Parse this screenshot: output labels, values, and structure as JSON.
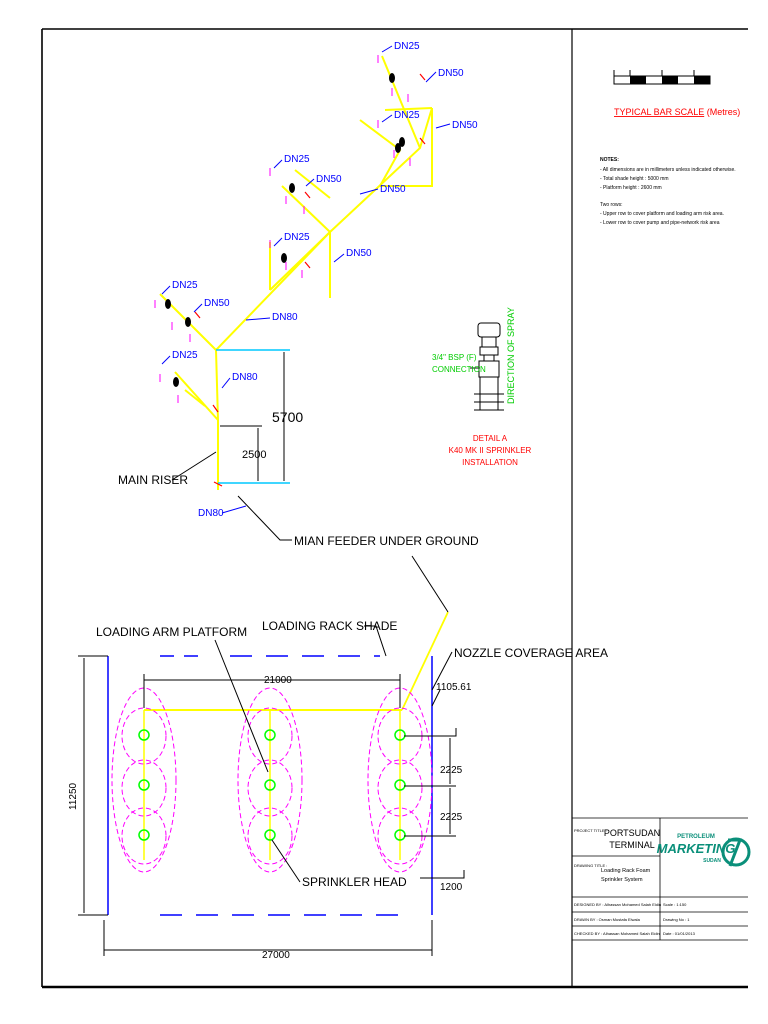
{
  "colors": {
    "pipe": "#ffff00",
    "dimension": "#000000",
    "dn_label": "#0000ff",
    "coverage": "#ff00ff",
    "sprinkler": "#00ff00",
    "cyan": "#00c8ff",
    "red": "#ff0000",
    "green_note": "#00cc00",
    "logo": "#0a8f7a"
  },
  "pipe_labels": {
    "dn25": "DN25",
    "dn50": "DN50",
    "dn80": "DN80"
  },
  "dimensions": {
    "riser_height": "5700",
    "riser_lower": "2500",
    "rack_width": "21000",
    "shade_length": "27000",
    "shade_width": "11250",
    "end_offset": "1105.61",
    "spacing_1": "2225",
    "spacing_2": "2225",
    "edge_offset": "1200"
  },
  "callouts": {
    "main_riser": "MAIN RISER",
    "main_feeder": "MIAN FEEDER UNDER GROUND",
    "loading_arm_platform": "LOADING ARM PLATFORM",
    "loading_rack_shade": "LOADING RACK SHADE",
    "nozzle_coverage": "NOZZLE COVERAGE AREA",
    "sprinkler_head": "SPRINKLER HEAD"
  },
  "detail": {
    "connection_line1": "3/4\" BSP (F)",
    "connection_line2": "CONNECTION",
    "spray_direction": "DIRECTION OF SPRAY",
    "title_line1": "DETAIL A",
    "title_line2": "K40 MK II SPRINKLER",
    "title_line3": "INSTALLATION"
  },
  "scale_bar": {
    "label": "TYPICAL BAR SCALE",
    "unit": "(Metres)"
  },
  "notes": {
    "heading": "NOTES:",
    "lines": [
      "- All dimensions are in millimeters unless indicated otherwise.",
      "- Total shade height : 5000 mm",
      "- Platform height : 2600 mm"
    ],
    "rows_heading": "Two rows:",
    "rows": [
      "- Upper row to cover platform and loading arm risk area.",
      "- Lower row to cover pump and pipe-network risk area"
    ]
  },
  "title_block": {
    "project_label": "PROJECT TITLE :",
    "project_line1": "PORTSUDAN",
    "project_line2": "TERMINAL",
    "drawing_label": "DRAWING TITLE :",
    "drawing_line1": "Loading Rack Foam",
    "drawing_line2": "Sprinkler System",
    "logo_line1": "PETROLEUM",
    "logo_line2": "MARKETING",
    "logo_line3": "SUDAN",
    "designed_by": "DESIGNED BY :  Alhassan Mohamed Salah Eldin",
    "scale": "Scale :  1:150",
    "drawn_by": "DRAWN BY : Osman Mustafa Elwala",
    "drawing_no": "Drawing No : 1",
    "checked_by": "CHECKED BY :  Alhassan Mohamed Salah Eldin",
    "date": "Date : 01/01/2013"
  }
}
